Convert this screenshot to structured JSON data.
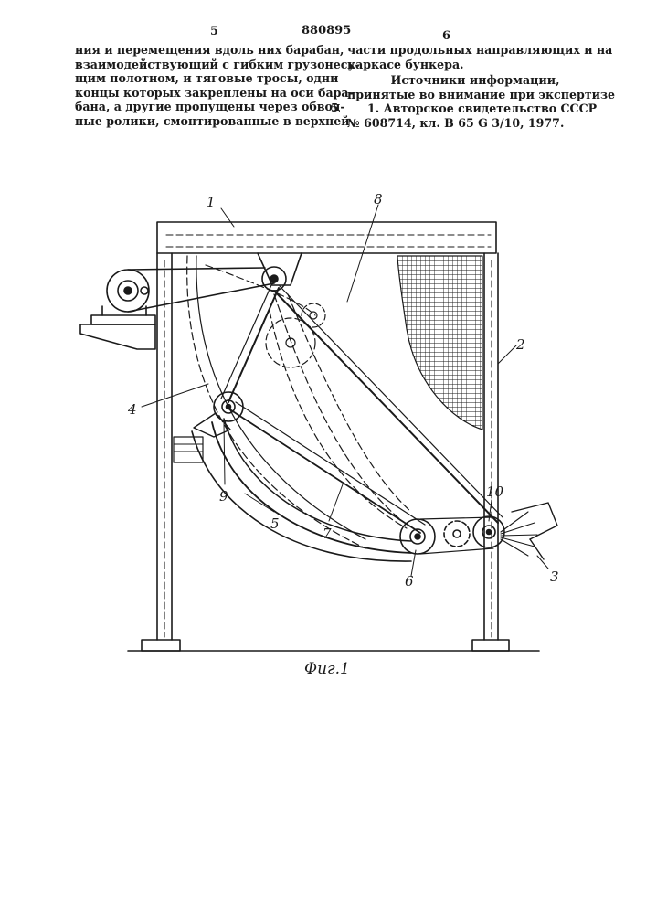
{
  "header": {
    "left_page": "5",
    "patent_number": "880895",
    "right_page": "6"
  },
  "left_column": {
    "lines": [
      "ния и перемещения вдоль них барабан,",
      "взаимодействующий с гибким грузонесу-",
      "щим полотном, и тяговые тросы, одни",
      "концы которых закреплены на оси бара-",
      "бана, а другие пропущены через обвод-",
      "ные ролики, смонтированные в верхней"
    ]
  },
  "line_marker": "5",
  "right_column": {
    "lines": [
      "части продольных направляющих и на",
      "каркасе бункера.",
      "Источники информации,",
      "принятые во внимание при экспертизе",
      "1. Авторское свидетельство СССР",
      "№ 608714, кл. В 65 G 3/10, 1977."
    ]
  },
  "figure": {
    "labels": [
      "1",
      "2",
      "3",
      "4",
      "5",
      "6",
      "7",
      "8",
      "9",
      "10"
    ],
    "caption": "Фиг.1"
  }
}
